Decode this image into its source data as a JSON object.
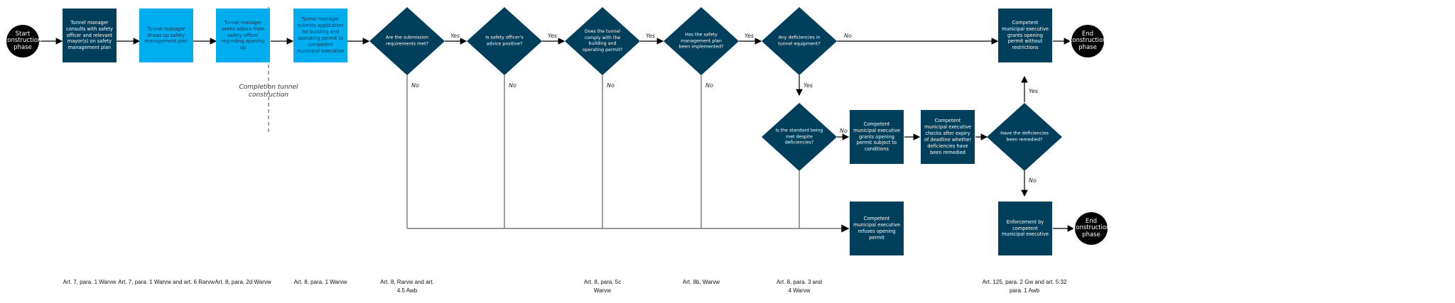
{
  "colors": {
    "dark": "#003f5c",
    "light": "#00aeef",
    "terminal": "#000000"
  },
  "start": "Start construction phase",
  "end1": "End construction phase",
  "end2": "End construction phase",
  "note": "Completion tunnel construction",
  "boxes": {
    "b1": "Tunnel manager consults with safety officer and relevant mayor(s) on safety management plan",
    "b2": "Tunnel manager draws up safety management plan",
    "b3": "Tunnel manager seeks advice from safety officer regarding opening up",
    "b4": "Tunnel manager submits application for building and operating permit to competent municipal executive",
    "grant_full": "Competent municipal executive grants opening permit without restrictions",
    "grant_cond": "Competent municipal executive grants opening permit subject to conditions",
    "checks": "Competent municipal executive checks after expiry of deadline whether deficiencies have been remedied",
    "refuse": "Competent municipal executive refuses opening permit",
    "enforce": "Enforcement by competent municipal executive"
  },
  "decisions": {
    "d1": "Are the submission requirements met?",
    "d2": "Is safety officer's advice positive?",
    "d3": "Does the tunnel comply with the building and operating permit?",
    "d4": "Has the safety management plan been implemented?",
    "d5": "Any deficiencies in tunnel equipment?",
    "d6": "Is the standard being met despite deficiencies?",
    "d7": "Have the deficiencies been remedied?"
  },
  "labels": {
    "yes": "Yes",
    "no": "No"
  },
  "refs": [
    "Art. 7, para. 1 Warvw",
    "Art. 7, para. 1 Warvw and art. 6 Rarvw",
    "Art. 8, para. 2d Warvw",
    "Art. 8, para. 1 Warvw",
    "Art. 8, Rarvw and art. 4.5 Awb",
    "Art. 8, para. 5c Warvw",
    "Art. 8b, Warvw",
    "Art. 8, para. 3 and 4 Warvw",
    "Art. 125, para. 2 Gw and art. 5:32 para. 1 Awb"
  ]
}
